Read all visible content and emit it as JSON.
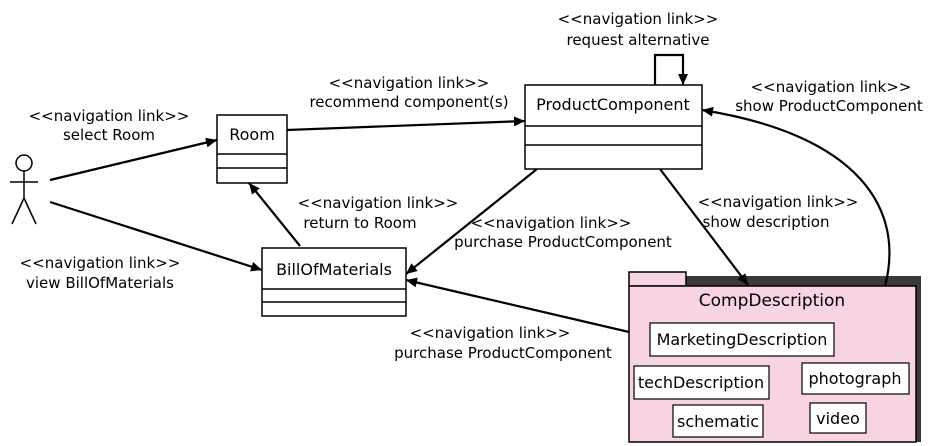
{
  "colors": {
    "line": "#000000",
    "box_fill": "#ffffff",
    "package_fill": "#f8d3e3",
    "background": "#ffffff"
  },
  "actor": {
    "icon": "stick-figure-actor-icon"
  },
  "classes": {
    "room": "Room",
    "product_component": "ProductComponent",
    "bill_of_materials": "BillOfMaterials"
  },
  "package": {
    "name": "CompDescription",
    "items": {
      "marketing": "MarketingDescription",
      "tech": "techDescription",
      "photograph": "photograph",
      "schematic": "schematic",
      "video": "video"
    }
  },
  "links": {
    "select_room": {
      "stereotype": "<<navigation link>>",
      "name": "select Room"
    },
    "view_bom": {
      "stereotype": "<<navigation link>>",
      "name": "view BillOfMaterials"
    },
    "recommend": {
      "stereotype": "<<navigation link>>",
      "name": "recommend component(s)"
    },
    "request_alt": {
      "stereotype": "<<navigation link>>",
      "name": "request alternative"
    },
    "return_room": {
      "stereotype": "<<navigation link>>",
      "name": "return to Room"
    },
    "purchase_pc_top": {
      "stereotype": "<<navigation link>>",
      "name": "purchase ProductComponent"
    },
    "show_desc": {
      "stereotype": "<<navigation link>>",
      "name": "show description"
    },
    "show_pc": {
      "stereotype": "<<navigation link>>",
      "name": "show ProductComponent"
    },
    "purchase_pc_bottom": {
      "stereotype": "<<navigation link>>",
      "name": "purchase ProductComponent"
    }
  }
}
